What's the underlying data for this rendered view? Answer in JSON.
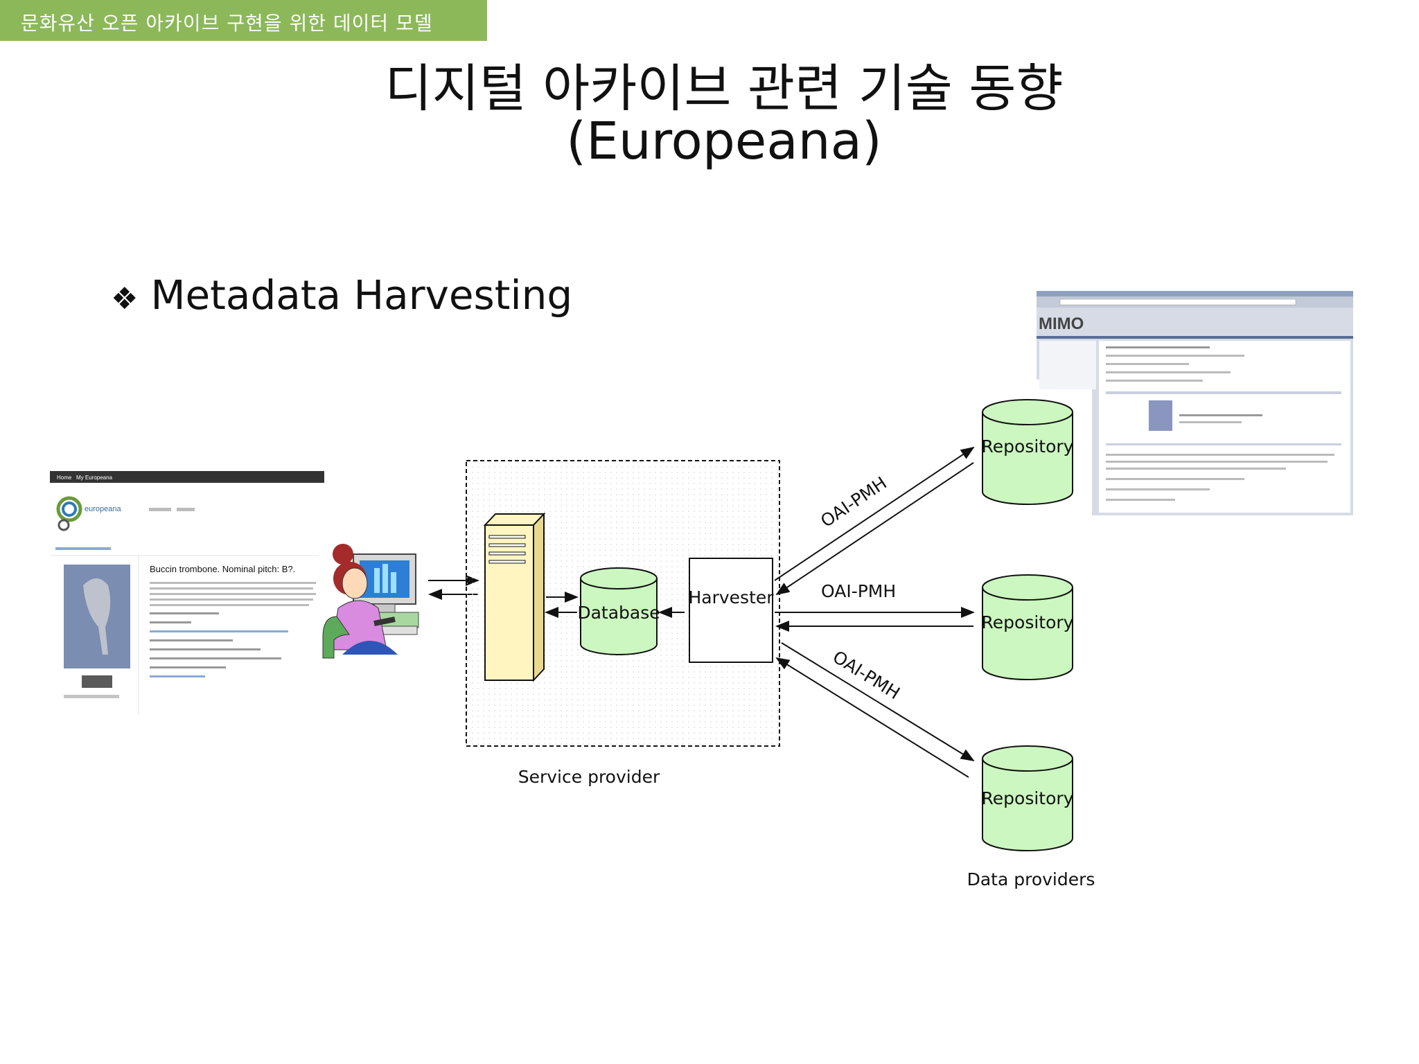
{
  "header": {
    "label": "문화유산 오픈 아카이브 구현을 위한 데이터 모델"
  },
  "slide": {
    "title_line1": "디지털 아카이브 관련 기술 동향",
    "title_line2": "(Europeana)"
  },
  "bullet": {
    "symbol": "❖",
    "text": "Metadata Harvesting"
  },
  "diagram": {
    "database_label": "Database",
    "harvester_label": "Harvester",
    "repository_labels": [
      "Repository",
      "Repository",
      "Repository"
    ],
    "protocol_labels": [
      "OAI-PMH",
      "OAI-PMH",
      "OAI-PMH"
    ],
    "service_provider_label": "Service provider",
    "data_providers_label": "Data providers"
  },
  "europeana_screenshot": {
    "nav_items": [
      "Home",
      "My Europeana"
    ],
    "logo_text": "europeana",
    "item_title": "Buccin trombone. Nominal pitch: B?."
  },
  "mimo_screenshot": {
    "logo_text": "MIMO"
  },
  "colors": {
    "header_bar": "#8cb85a",
    "cylinder_fill": "#ccf7c0",
    "server_fill": "#fff5c0",
    "arrow": "#111111"
  }
}
